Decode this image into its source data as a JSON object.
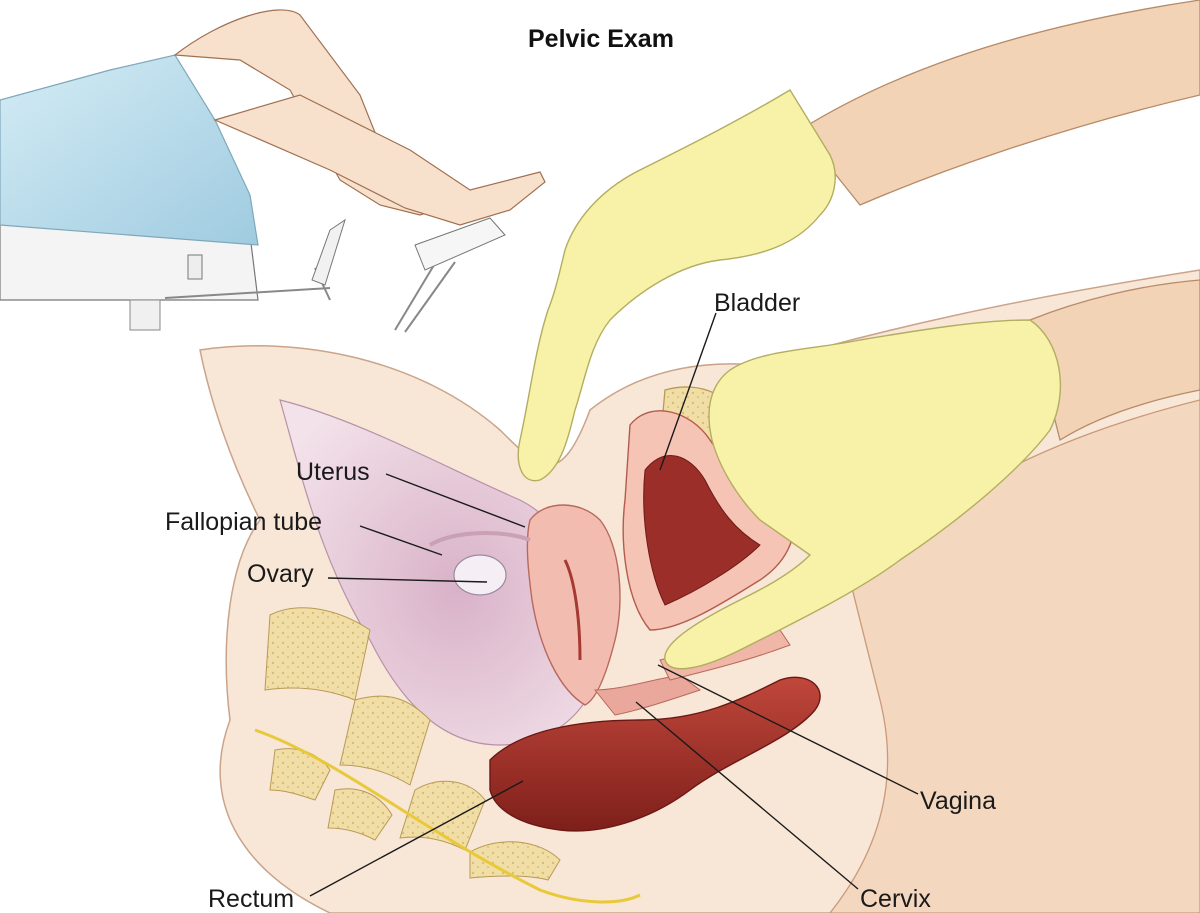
{
  "title": "Pelvic Exam",
  "labels": {
    "bladder": "Bladder",
    "uterus": "Uterus",
    "fallopian_tube": "Fallopian tube",
    "ovary": "Ovary",
    "vagina": "Vagina",
    "rectum": "Rectum",
    "cervix": "Cervix"
  },
  "colors": {
    "skin": "#f6dcc4",
    "skin_shadow": "#e8b795",
    "glove": "#f6f1a4",
    "glove_shadow": "#d9d27a",
    "gown": "#b9dbea",
    "organ_pink": "#f0b7ae",
    "organ_red": "#a8332b",
    "bone": "#efdca2",
    "peritoneum": "#e4c6d6"
  }
}
